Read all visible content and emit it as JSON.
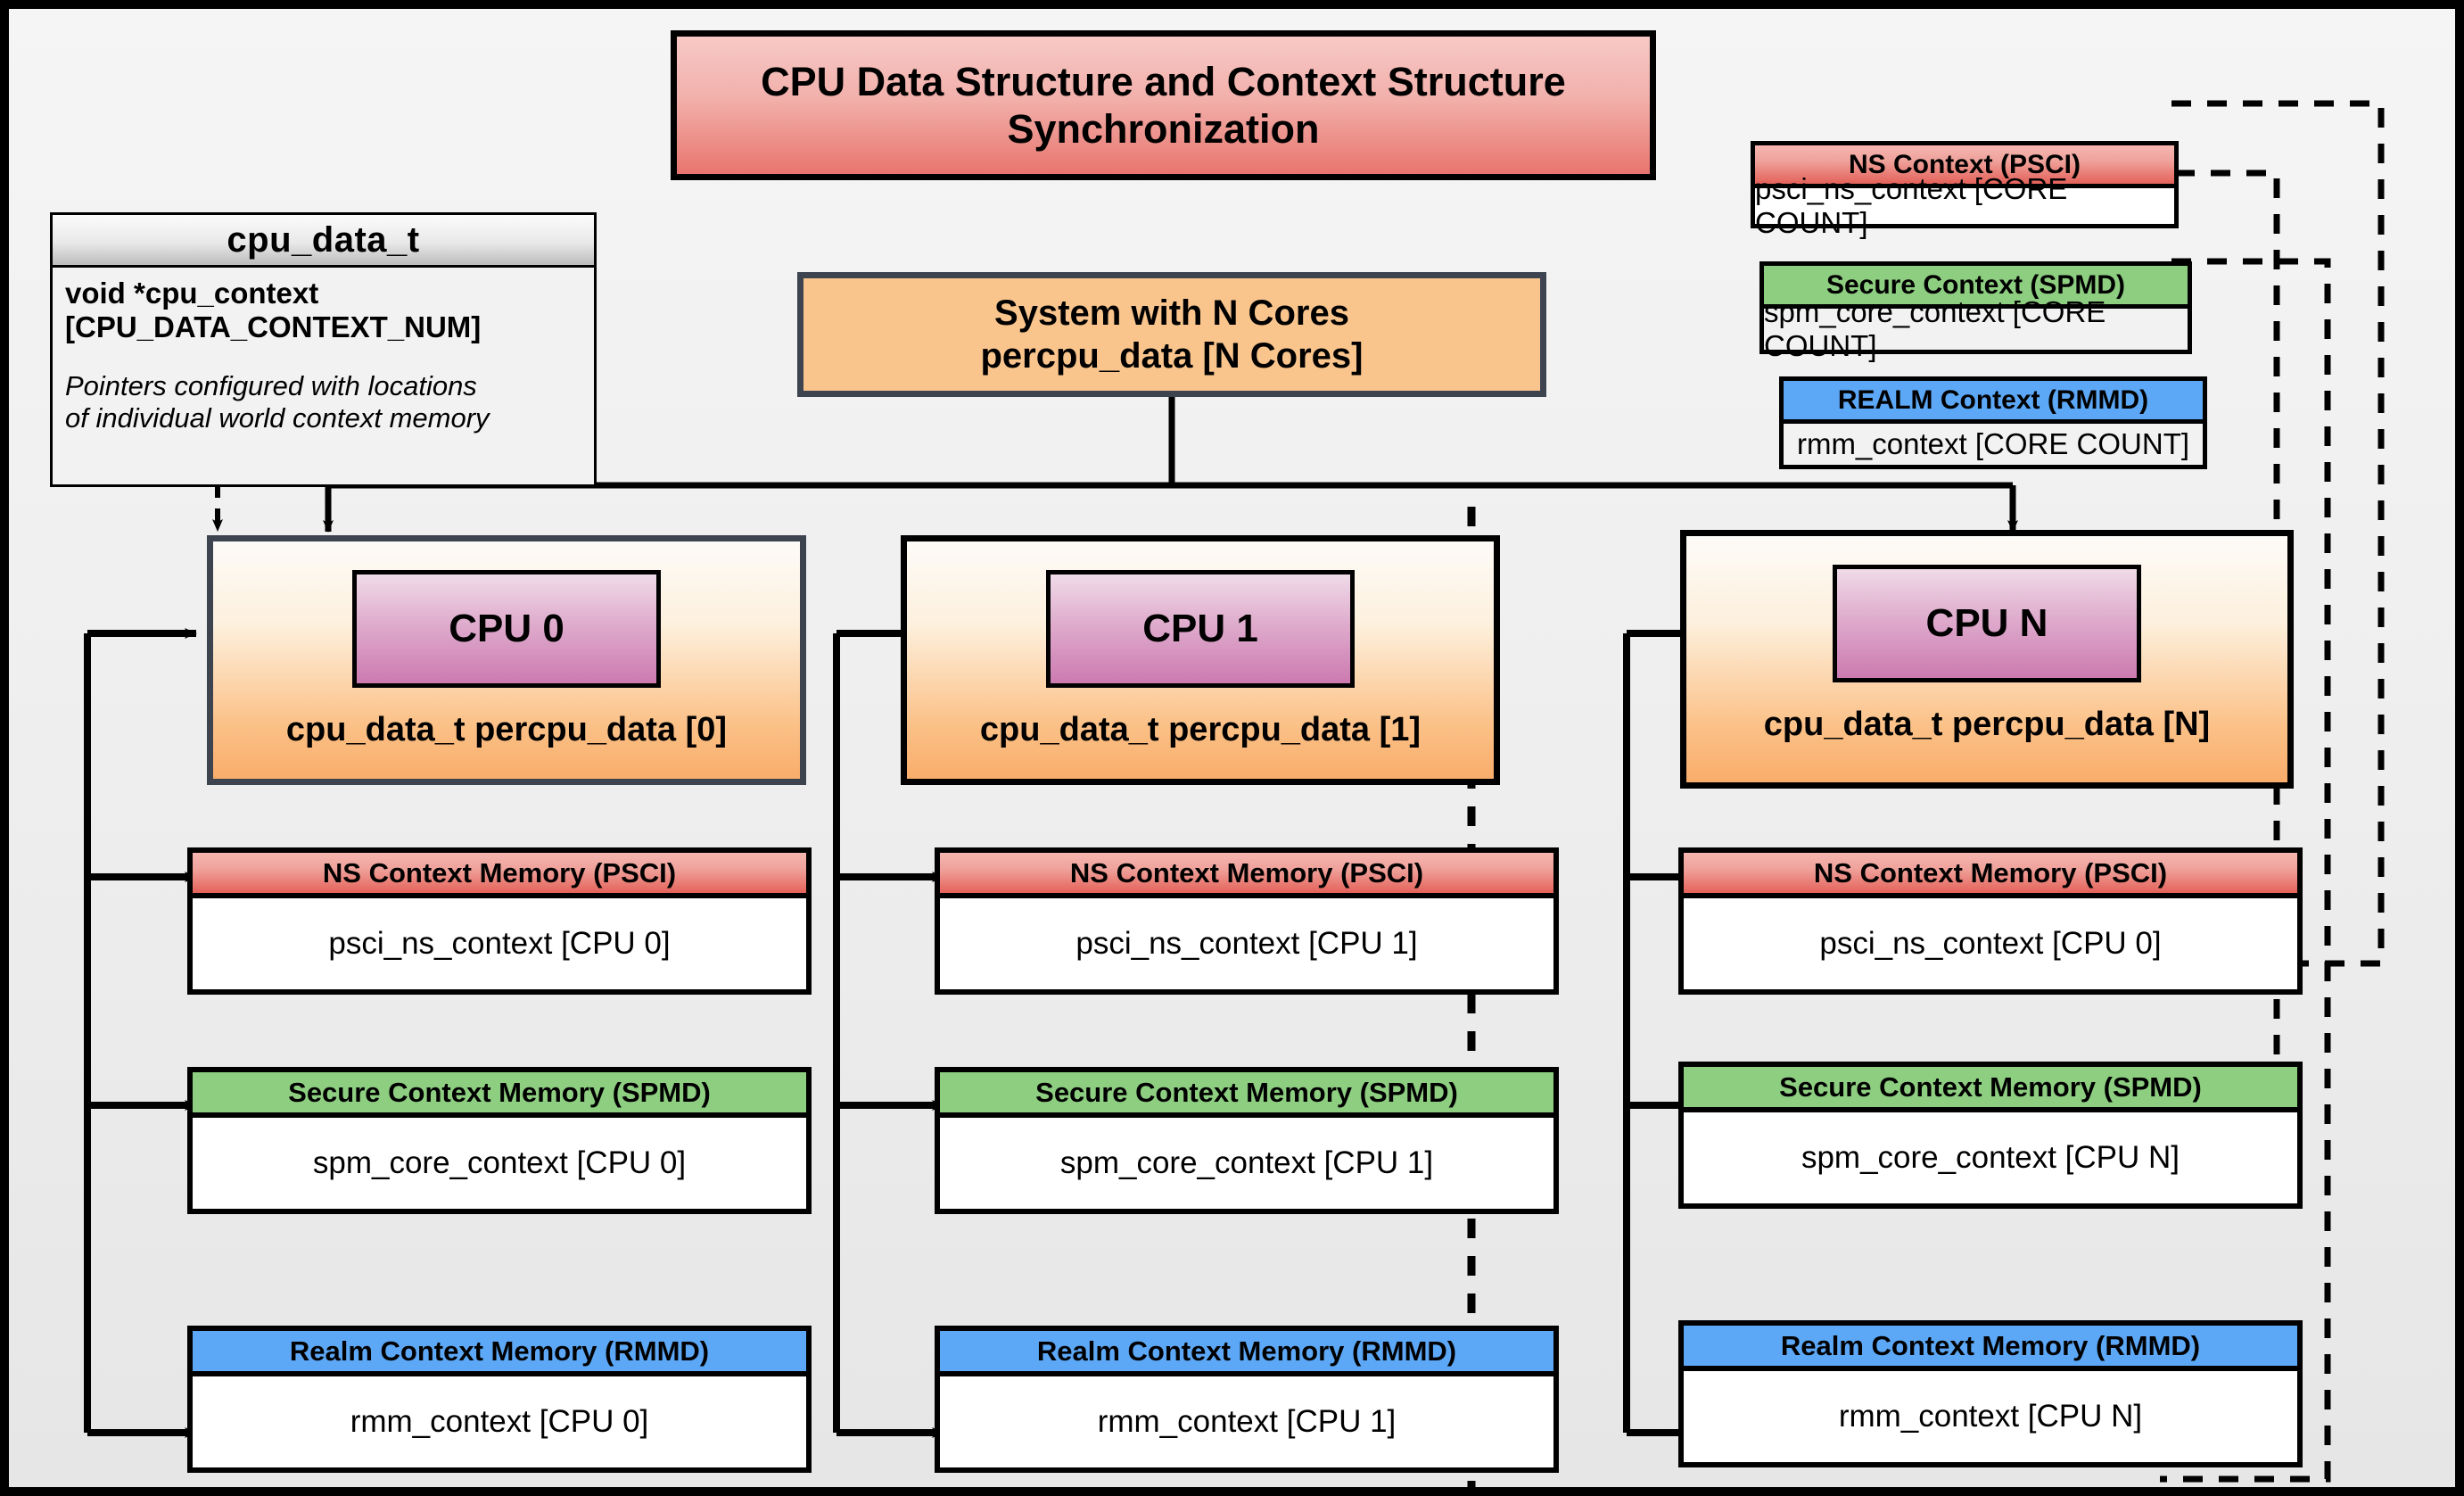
{
  "title": {
    "line1": "CPU Data Structure and Context Structure",
    "line2": "Synchronization"
  },
  "cpu_data_t": {
    "header": "cpu_data_t",
    "field": "void  *cpu_context [CPU_DATA_CONTEXT_NUM]",
    "field_l1": "void  *cpu_context",
    "field_l2": "[CPU_DATA_CONTEXT_NUM]",
    "note_l1": "Pointers configured with locations",
    "note_l2": "of individual world context memory"
  },
  "system": {
    "line1": "System with N Cores",
    "line2": "percpu_data [N Cores]"
  },
  "global_contexts": [
    {
      "id": "ns",
      "header": "NS Context  (PSCI)",
      "body": "psci_ns_context [CORE COUNT]",
      "color": "#e4625a"
    },
    {
      "id": "sec",
      "header": "Secure Context (SPMD)",
      "body": "spm_core_context [CORE COUNT]",
      "color": "#8ece81"
    },
    {
      "id": "realm",
      "header": "REALM Context (RMMD)",
      "body": "rmm_context [CORE COUNT]",
      "color": "#5ca8f7"
    }
  ],
  "cpus": [
    {
      "chip": "CPU 0",
      "sub": "cpu_data_t percpu_data [0]",
      "contexts": [
        {
          "header": "NS Context Memory (PSCI)",
          "body": "psci_ns_context [CPU 0]"
        },
        {
          "header": "Secure Context Memory (SPMD)",
          "body": "spm_core_context [CPU 0]"
        },
        {
          "header": "Realm Context Memory (RMMD)",
          "body": "rmm_context [CPU 0]"
        }
      ]
    },
    {
      "chip": "CPU 1",
      "sub": "cpu_data_t percpu_data [1]",
      "contexts": [
        {
          "header": "NS Context Memory (PSCI)",
          "body": "psci_ns_context [CPU 1]"
        },
        {
          "header": "Secure Context Memory (SPMD)",
          "body": "spm_core_context [CPU 1]"
        },
        {
          "header": "Realm Context Memory (RMMD)",
          "body": "rmm_context [CPU 1]"
        }
      ]
    },
    {
      "chip": "CPU N",
      "sub": "cpu_data_t percpu_data [N]",
      "contexts": [
        {
          "header": "NS Context Memory (PSCI)",
          "body": "psci_ns_context [CPU 0]"
        },
        {
          "header": "Secure Context Memory (SPMD)",
          "body": "spm_core_context [CPU N]"
        },
        {
          "header": "Realm Context Memory (RMMD)",
          "body": "rmm_context [CPU N]"
        }
      ]
    }
  ],
  "colors": {
    "ns": "#e4625a",
    "secure": "#8ece81",
    "realm": "#5ca8f7",
    "cpu_fill": "#fac58d",
    "chip_fill": "#cc7ab0",
    "title_fill": "#e8756e",
    "panel_bg": "#efefef",
    "frame": "#000000"
  }
}
